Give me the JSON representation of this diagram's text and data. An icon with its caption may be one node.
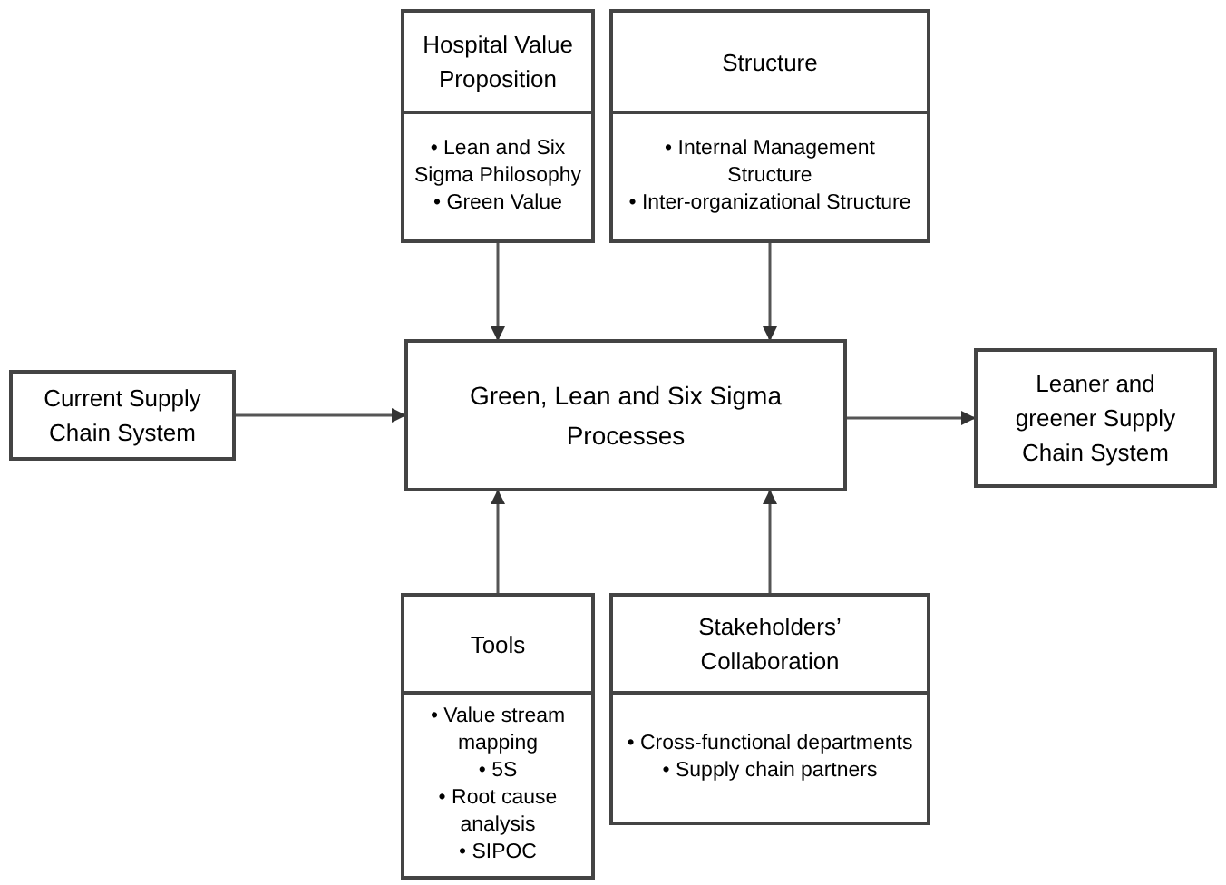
{
  "diagram": {
    "nodes": [
      {
        "text": [
          "Hospital Value Proposition",
          "• Lean and Six Sigma Philosophy",
          "• Green Value"
        ]
      },
      {
        "text": [
          "Structure",
          "• Internal Management Structure",
          "• Inter-organizational Structure"
        ]
      },
      {
        "text": [
          "Current Supply Chain System"
        ]
      },
      {
        "text": [
          "Green, Lean and Six Sigma Processes"
        ]
      },
      {
        "text": [
          "Leaner and greener Supply Chain System"
        ]
      },
      {
        "text": [
          "Tools",
          "• Value stream mapping",
          "• 5S",
          "• Root cause analysis",
          "• SIPOC"
        ]
      },
      {
        "text": [
          "Stakeholders’ Collaboration",
          "• Cross-functional departments",
          "• Supply chain partners"
        ]
      }
    ],
    "edges": [
      {
        "from": 0,
        "to": 3,
        "arrow": "to"
      },
      {
        "from": 1,
        "to": 3,
        "arrow": "to"
      },
      {
        "from": 2,
        "to": 3,
        "arrow": "to"
      },
      {
        "from": 3,
        "to": 4,
        "arrow": "to"
      },
      {
        "from": 5,
        "to": 3,
        "arrow": "to"
      },
      {
        "from": 6,
        "to": 3,
        "arrow": "to"
      }
    ]
  }
}
